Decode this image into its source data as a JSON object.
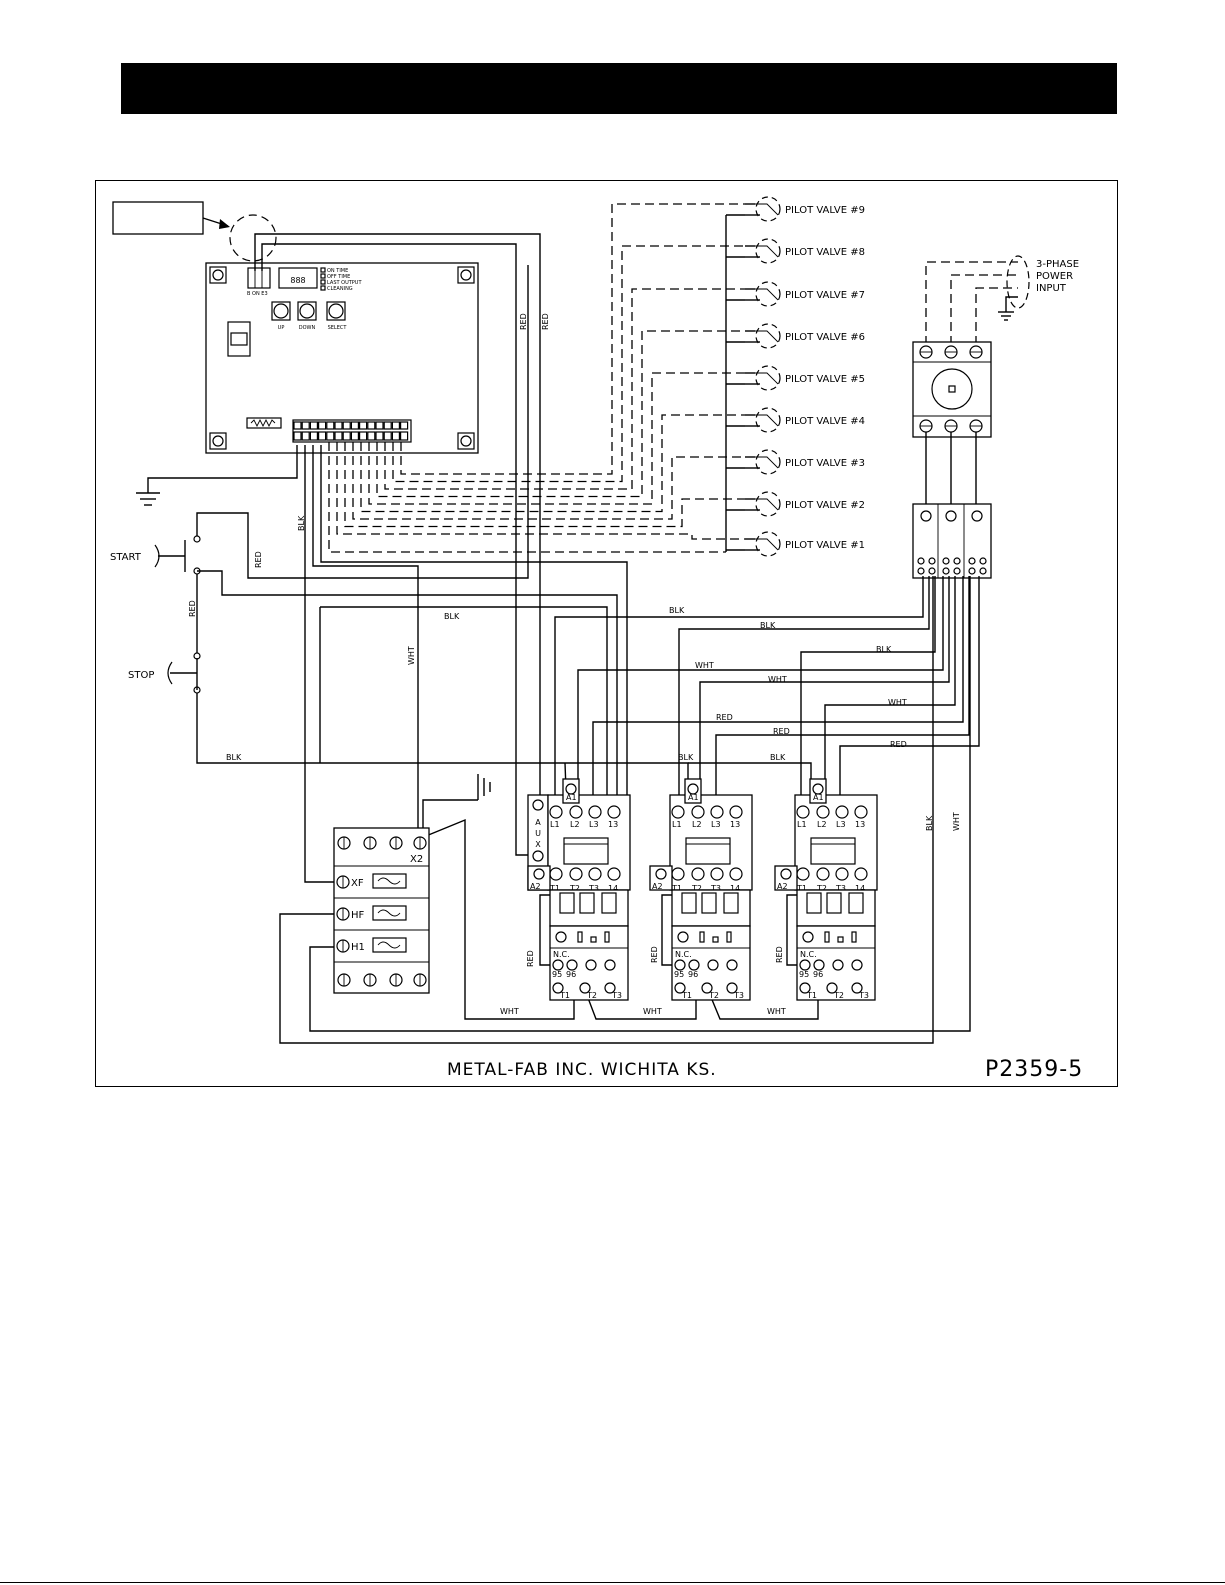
{
  "header": {
    "title": ""
  },
  "callout_label": "",
  "controller": {
    "display": "888",
    "leds": [
      "ON TIME",
      "OFF TIME",
      "LAST OUTPUT",
      "CLEANING"
    ],
    "buttons": [
      "UP",
      "DOWN",
      "SELECT"
    ],
    "dip_labels": "B ON E3"
  },
  "pilot_valves": [
    "PILOT VALVE #9",
    "PILOT VALVE #8",
    "PILOT VALVE #7",
    "PILOT VALVE #6",
    "PILOT VALVE #5",
    "PILOT VALVE #4",
    "PILOT VALVE #3",
    "PILOT VALVE #2",
    "PILOT VALVE #1"
  ],
  "power_input": [
    "3-PHASE",
    "POWER",
    "INPUT"
  ],
  "controls": {
    "start": "START",
    "stop": "STOP"
  },
  "wire_labels": {
    "red": "RED",
    "blk": "BLK",
    "wht": "WHT"
  },
  "contactor_terminals": {
    "a1": "A1",
    "a2": "A2",
    "top": [
      "L1",
      "L2",
      "L3",
      "13"
    ],
    "bottom": [
      "T1",
      "T2",
      "T3",
      "14"
    ],
    "aux": [
      "A",
      "U",
      "X"
    ],
    "overload_nc": "N.C.",
    "overload_pins": [
      "95",
      "96"
    ],
    "overload_out": [
      "T1",
      "T2",
      "T3"
    ]
  },
  "transformer": {
    "x2": "X2",
    "xf": "XF",
    "hf": "HF",
    "h1": "H1"
  },
  "footer": {
    "company": "METAL-FAB INC. WICHITA KS.",
    "drawing_number": "P2359-5"
  }
}
